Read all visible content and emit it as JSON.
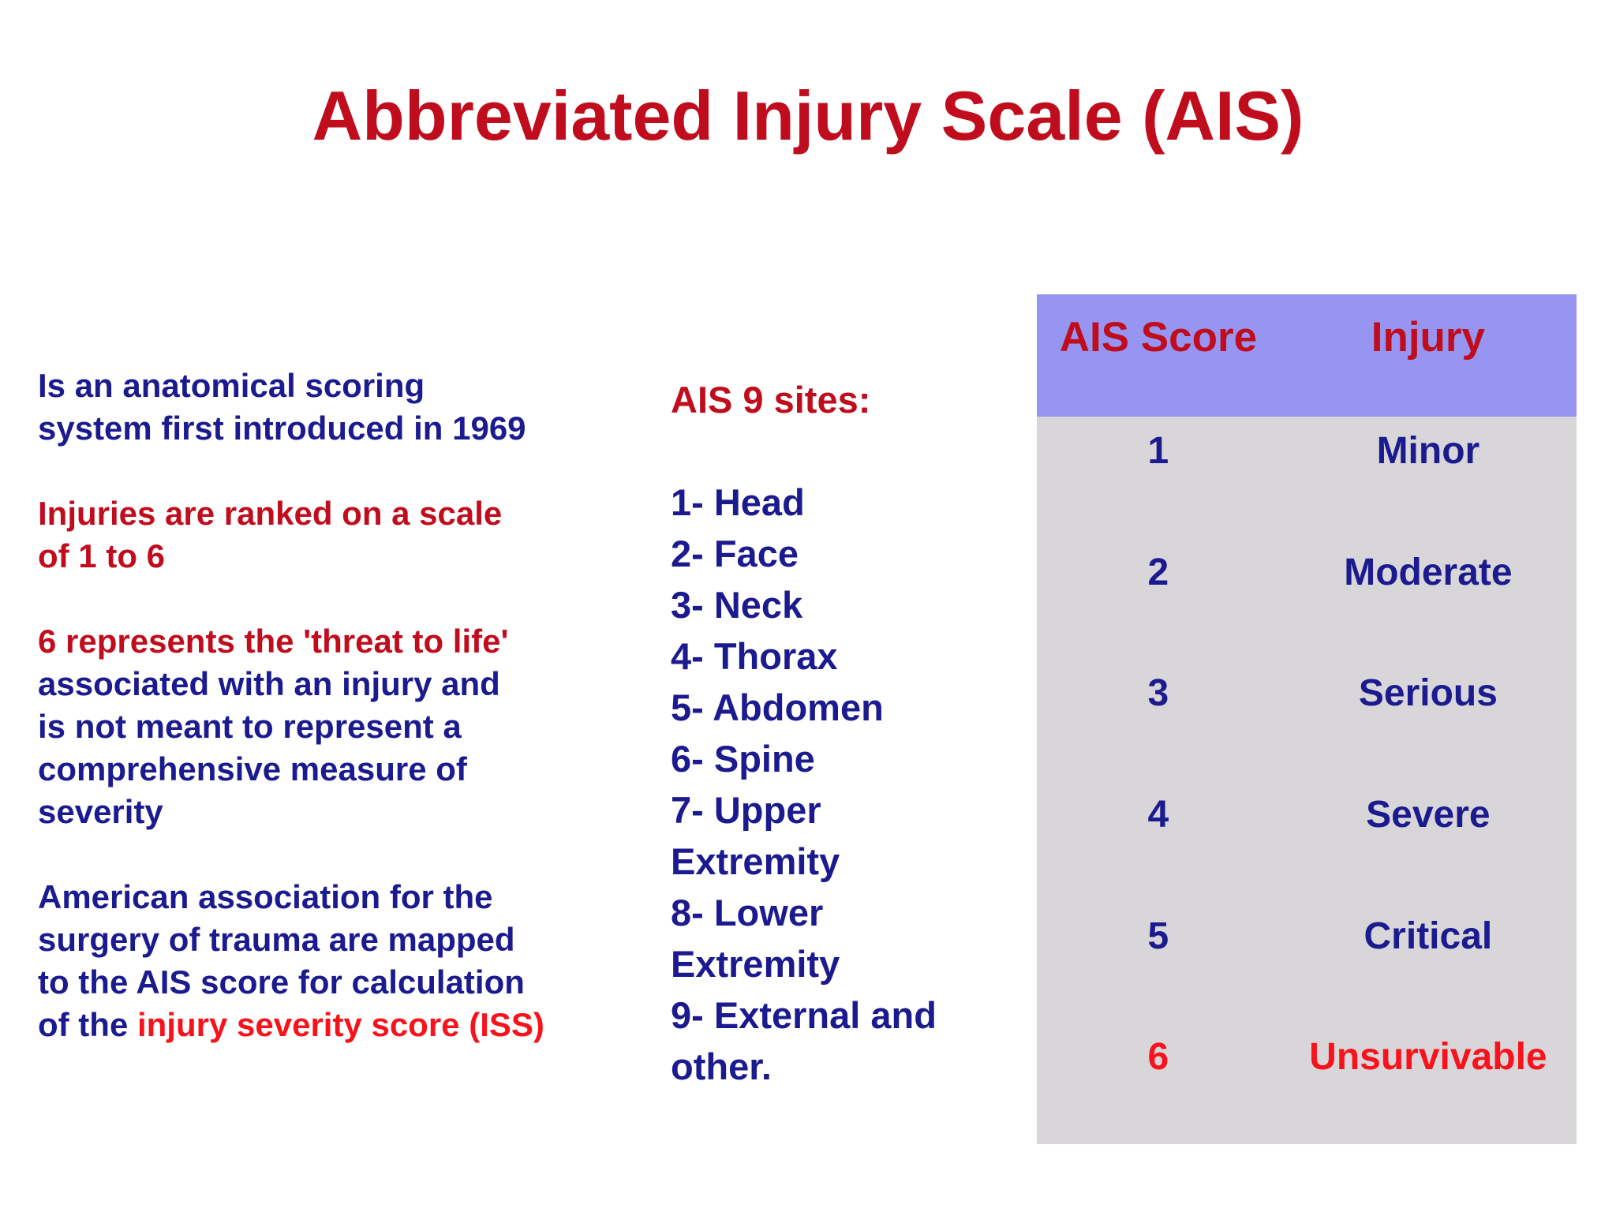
{
  "title": "Abbreviated Injury Scale (AIS)",
  "left_panel": {
    "p1": "Is an anatomical scoring\nsystem first introduced in 1969",
    "p2": "Injuries are ranked on a scale\nof 1 to 6",
    "p3_red": "6 represents the 'threat to life'",
    "p3_blue": "\nassociated with an injury  and\nis not meant to represent a\ncomprehensive measure of\nseverity",
    "p4_blue": "American association for the\nsurgery of trauma are mapped\nto the AIS score for calculation\nof the ",
    "p4_red": "injury severity score (ISS)"
  },
  "sites": {
    "heading": "AIS 9 sites:",
    "items": [
      "1- Head",
      "2- Face",
      "3- Neck",
      "4- Thorax",
      "5- Abdomen",
      "6- Spine",
      "7- Upper\nExtremity",
      "8- Lower\nExtremity",
      "9- External and\nother."
    ]
  },
  "table": {
    "header": {
      "score": "AIS Score",
      "injury": "Injury"
    },
    "rows": [
      {
        "score": "1",
        "injury": "Minor",
        "emphasis": false
      },
      {
        "score": "2",
        "injury": "Moderate",
        "emphasis": false
      },
      {
        "score": "3",
        "injury": "Serious",
        "emphasis": false
      },
      {
        "score": "4",
        "injury": "Severe",
        "emphasis": false
      },
      {
        "score": "5",
        "injury": "Critical",
        "emphasis": false
      },
      {
        "score": "6",
        "injury": "Unsurvivable",
        "emphasis": true
      }
    ]
  },
  "colors": {
    "navy": "#1b1b8f",
    "dark-red": "#c00d1e",
    "bright-red": "#f8121b",
    "header-purple": "#9795f2",
    "body-gray": "#d8d6d8",
    "background": "#ffffff"
  }
}
